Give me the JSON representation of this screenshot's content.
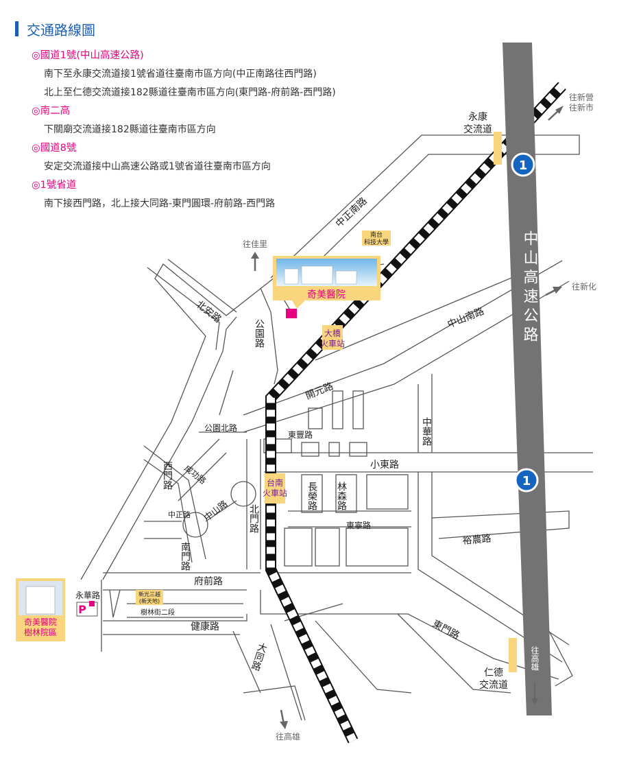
{
  "title": "交通路線圖",
  "directions": [
    {
      "heading": "◎國道1號(中山高速公路)",
      "lines": [
        "南下至永康交流道接1號省道往臺南市區方向(中正南路往西門路)",
        "北上至仁德交流道接182縣道往臺南市區方向(東門路-府前路-西門路)"
      ]
    },
    {
      "heading": "◎南二高",
      "lines": [
        "下關廟交流道接182縣道往臺南市區方向"
      ]
    },
    {
      "heading": "◎國道8號",
      "lines": [
        "安定交流道接中山高速公路或1號省道往臺南市區方向"
      ]
    },
    {
      "heading": "◎1號省道",
      "lines": [
        "南下接西門路，北上接大同路-東門圓環-府前路-西門路"
      ]
    }
  ],
  "colors": {
    "title": "#1a5fb4",
    "heading": "#e4007f",
    "highway": "#707070",
    "label_bg": "#f9d57e",
    "marker": "#e4007f",
    "shield": "#1565c0"
  },
  "map": {
    "highway_name": "中山高速公路",
    "highway_shield": "1",
    "interchanges": [
      "永康\n交流道",
      "仁德\n交流道"
    ],
    "directions": [
      "往新營\n往新市",
      "往新化",
      "往佳里",
      "往高雄",
      "往高雄"
    ],
    "roads": [
      "中正南路",
      "中山南路",
      "北安路",
      "公園路",
      "開元路",
      "公園北路",
      "東豐路",
      "中華路",
      "小東路",
      "西門路",
      "成功路",
      "長榮路",
      "林森路",
      "北門路",
      "中山路",
      "中正路",
      "南門路",
      "東寧路",
      "裕農路",
      "府前路",
      "永華路",
      "樹林街二段",
      "健康路",
      "大同路",
      "東門路"
    ],
    "stations": [
      "大橋\n火車站",
      "台南\n火車站"
    ],
    "university": "南台\n科技大學",
    "hospital_main": "奇美醫院",
    "hospital_branch": "奇美醫院\n樹林院區",
    "store": "新光三越\n(新天地)",
    "parking": "P"
  }
}
